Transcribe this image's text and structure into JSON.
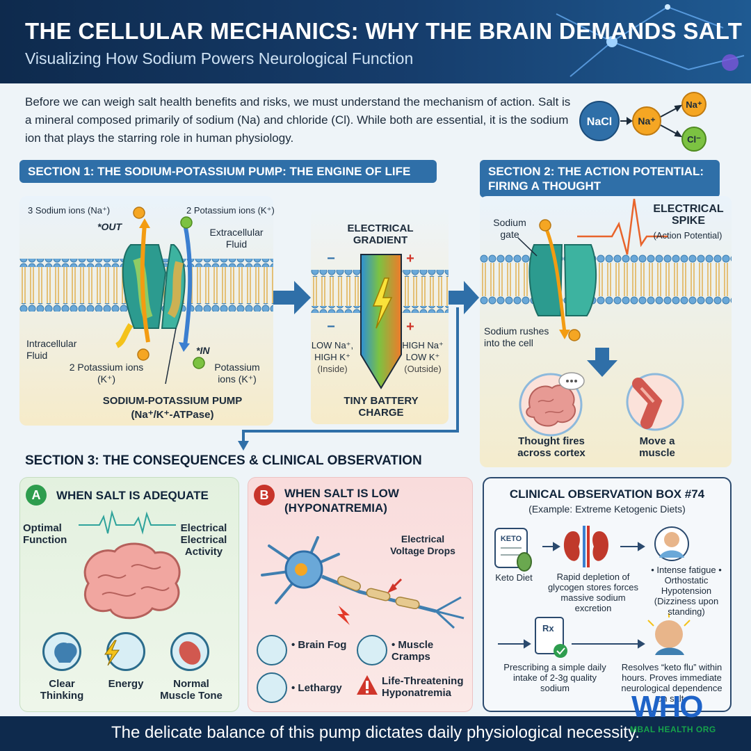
{
  "header": {
    "title": "THE CELLULAR MECHANICS: WHY THE BRAIN DEMANDS SALT",
    "subtitle": "Visualizing How Sodium Powers Neurological Function"
  },
  "intro": {
    "text": "Before we can weigh salt health benefits and risks, we must understand the mechanism of action. Salt is a mineral composed primarily of sodium (Na) and chloride (Cl). While both are essential, it is the sodium ion that plays the starring role in human physiology.",
    "nacl": "NaCl",
    "na": "Na⁺",
    "na2": "Na⁺",
    "cl": "Cl⁻"
  },
  "section1": {
    "title": "SECTION 1: THE SODIUM-POTASSIUM PUMP: THE ENGINE OF LIFE",
    "sodium_ions": "3 Sodium ions (Na⁺)",
    "out": "*OUT",
    "potassium_ions": "2 Potassium ions (K⁺)",
    "extracellular": "Extracellular Fluid",
    "intracellular": "Intracellular Fluid",
    "potassium_in_left": "2 Potassium ions (K⁺)",
    "in": "*IN",
    "potassium_in_right": "Potassium ions (K⁺)",
    "pump_name": "SODIUM-POTASSIUM PUMP",
    "pump_formula": "(Na⁺/K⁺-ATPase)"
  },
  "gradient": {
    "title": "ELECTRICAL GRADIENT",
    "minus": "−",
    "plus": "+",
    "inside": "LOW Na⁺, HIGH K⁺",
    "inside_sub": "(Inside)",
    "outside": "HIGH Na⁺ LOW K⁺",
    "outside_sub": "(Outside)",
    "caption": "TINY BATTERY CHARGE"
  },
  "section2": {
    "title": "SECTION 2: THE ACTION POTENTIAL: FIRING A THOUGHT",
    "gate": "Sodium gate",
    "spike": "ELECTRICAL SPIKE",
    "spike_sub": "(Action Potential)",
    "rush": "Sodium rushes into the cell",
    "thought": "Thought fires across cortex",
    "muscle": "Move a muscle"
  },
  "section3": {
    "title": "SECTION 3: THE CONSEQUENCES & CLINICAL OBSERVATION"
  },
  "cardA": {
    "badge": "A",
    "title": "WHEN SALT IS ADEQUATE",
    "optimal": "Optimal Function",
    "activity": "Electrical Electrical Activity",
    "icons": [
      "Clear Thinking",
      "Energy",
      "Normal Muscle Tone"
    ]
  },
  "cardB": {
    "badge": "B",
    "title": "WHEN SALT IS LOW (HYPONATREMIA)",
    "voltage": "Electrical Voltage Drops",
    "symptoms": [
      "• Brain Fog",
      "• Muscle Cramps",
      "• Lethargy",
      "Life-Threatening Hyponatremia"
    ]
  },
  "cardC": {
    "title": "CLINICAL OBSERVATION BOX #74",
    "subtitle": "(Example: Extreme Ketogenic Diets)",
    "keto_label": "KETO",
    "rx_label": "Rx",
    "steps": [
      "Keto Diet",
      "Rapid depletion of glycogen stores forces massive sodium excretion",
      "• Intense fatigue • Orthostatic Hypotension (Dizziness upon standing)",
      "Prescribing a simple daily intake of 2-3g quality sodium",
      "Resolves “keto flu” within hours. Proves immediate neurological dependence on salt."
    ]
  },
  "footer": {
    "text": "The delicate balance of this pump dictates daily physiological necessity.",
    "logo_text": "WHO",
    "logo_sub": "MBAL HEALTH ORG"
  },
  "colors": {
    "header_bg": "#0e2a4d",
    "section_bar": "#2f6fa8",
    "sodium": "#f5a623",
    "potassium": "#7cc242",
    "channel": "#2f9a8a",
    "card_a": "#e3f1df",
    "card_b": "#f9dcdc"
  }
}
